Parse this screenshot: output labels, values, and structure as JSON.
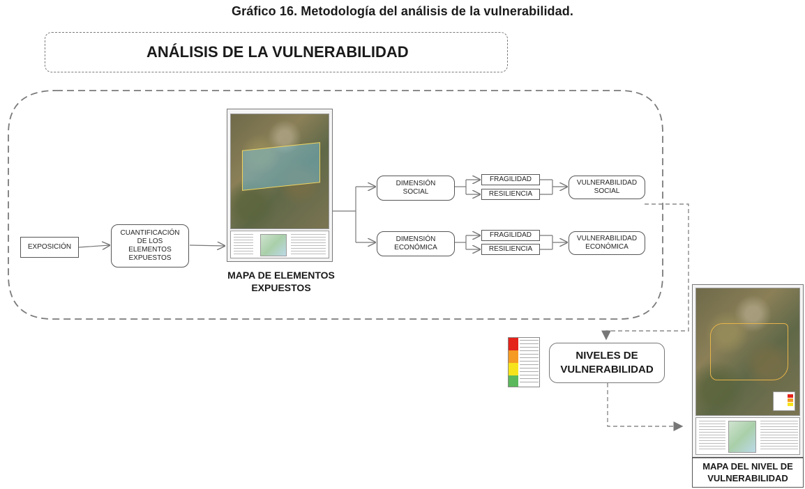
{
  "caption": "Gráfico 16. Metodología del análisis de la vulnerabilidad.",
  "section_title": "ANÁLISIS DE LA VULNERABILIDAD",
  "nodes": {
    "exposicion": "EXPOSICIÓN",
    "cuantificacion": "CUANTIFICACIÓN DE LOS ELEMENTOS EXPUESTOS",
    "dim_social": "DIMENSIÓN SOCIAL",
    "dim_economica": "DIMENSIÓN ECONÓMICA",
    "fragilidad_1": "FRAGILIDAD",
    "resiliencia_1": "RESILIENCIA",
    "fragilidad_2": "FRAGILIDAD",
    "resiliencia_2": "RESILIENCIA",
    "vuln_social": "VULNERABILIDAD SOCIAL",
    "vuln_economica": "VULNERABILIDAD ECONÓMICA",
    "niveles": "NIVELES DE VULNERABILIDAD"
  },
  "map_labels": {
    "elementos": "MAPA DE ELEMENTOS EXPUESTOS",
    "nivel": "MAPA DEL NIVEL DE VULNERABILIDAD"
  },
  "colors": {
    "muy_alta": "#e4231b",
    "alta": "#f59a23",
    "media": "#f7e31c",
    "baja": "#5cb85c",
    "border": "#7a7a7a"
  }
}
